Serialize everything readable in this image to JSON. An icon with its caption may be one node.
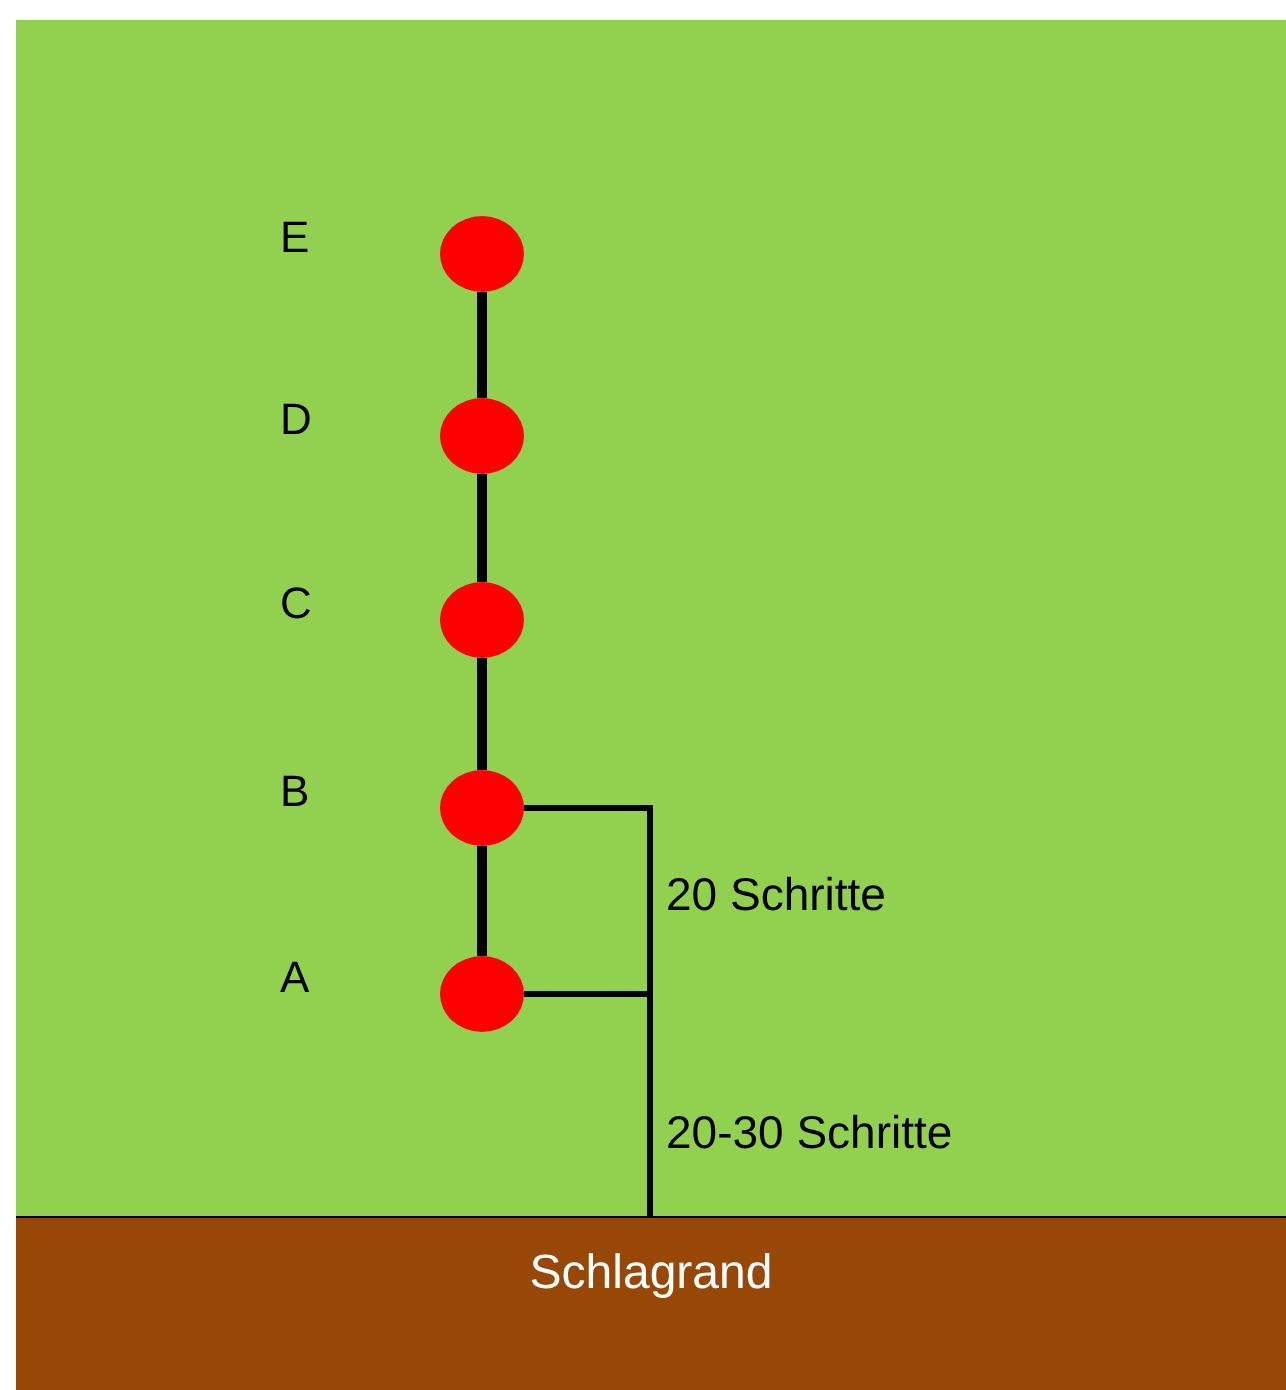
{
  "diagram": {
    "nodes": [
      {
        "text": [],
        "shape": "circle",
        "beside": [
          "E"
        ]
      },
      {
        "text": [],
        "shape": "circle",
        "beside": [
          "D"
        ]
      },
      {
        "text": [],
        "shape": "circle",
        "beside": [
          "C"
        ]
      },
      {
        "text": [],
        "shape": "circle",
        "beside": [
          "B"
        ]
      },
      {
        "text": [],
        "shape": "circle",
        "beside": [
          "A"
        ]
      },
      {
        "text": [
          "Schlagrand"
        ]
      }
    ],
    "edges": [
      {
        "from": 0,
        "to": 1,
        "arrow": "none"
      },
      {
        "from": 1,
        "to": 2,
        "arrow": "none"
      },
      {
        "from": 2,
        "to": 3,
        "arrow": "none"
      },
      {
        "from": 3,
        "to": 4,
        "arrow": "none"
      }
    ],
    "labels": [
      "20 Schritte",
      "20-30 Schritte"
    ]
  }
}
